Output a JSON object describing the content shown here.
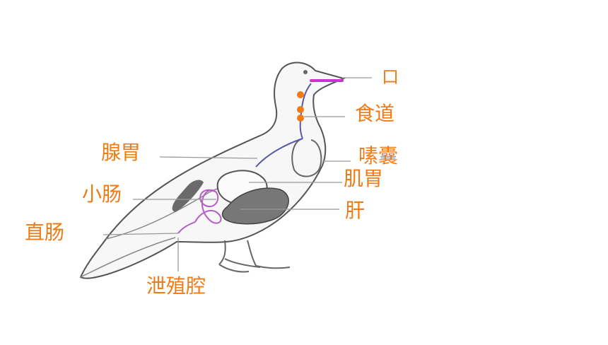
{
  "diagram": {
    "accent_color": "#f07a14",
    "labels": {
      "mouth": "口",
      "esophagus": "食道",
      "crop": "嗉囊",
      "glandular_stomach": "腺胃",
      "gizzard": "肌胃",
      "small_intestine": "小肠",
      "liver": "肝",
      "rectum": "直肠",
      "cloaca": "泄殖腔"
    }
  }
}
